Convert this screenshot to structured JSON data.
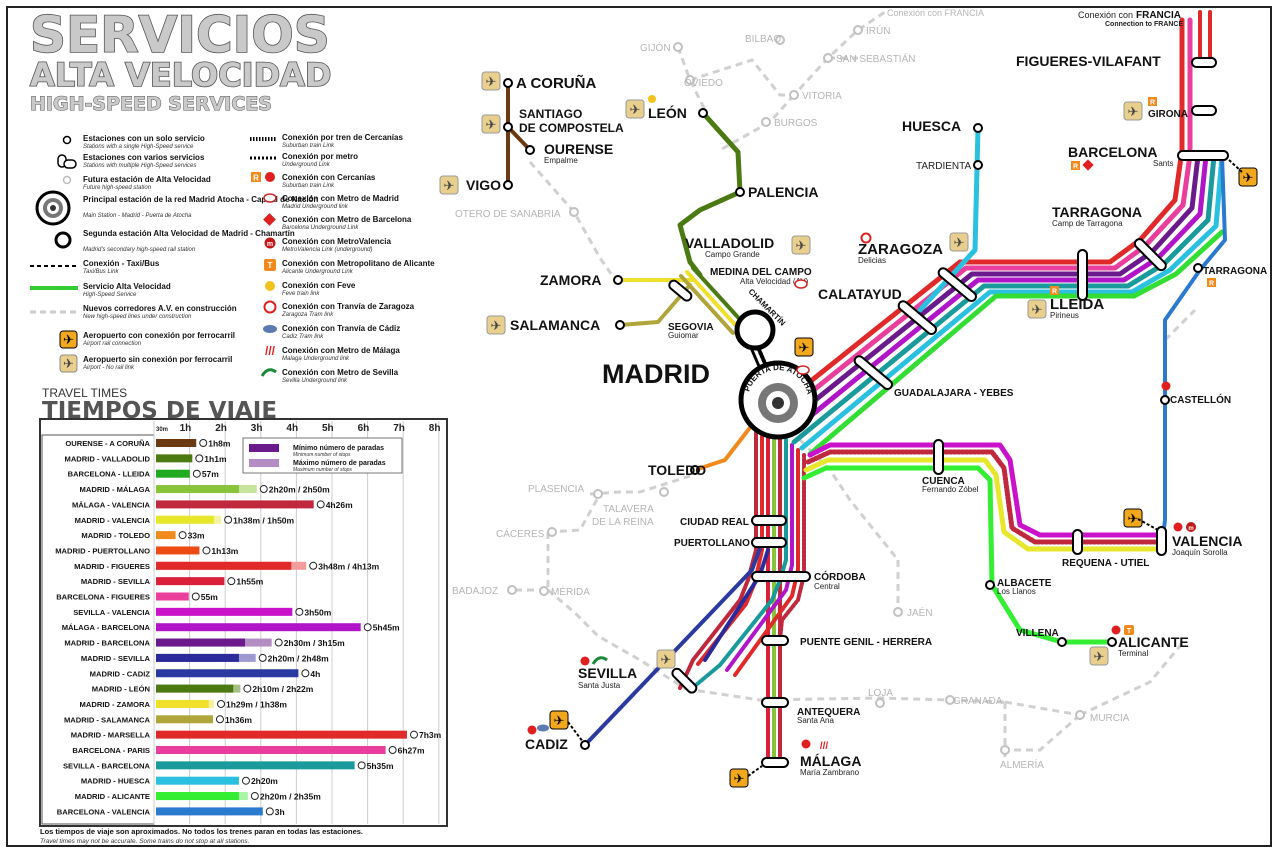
{
  "title": {
    "line1": "SERVICIOS",
    "line2": "ALTA VELOCIDAD",
    "line3": "HIGH-SPEED SERVICES"
  },
  "legend": [
    {
      "key": "single",
      "es": "Estaciones con un solo servicio",
      "en": "Stations with a single High-Speed service"
    },
    {
      "key": "multi",
      "es": "Estaciones con varios servicios",
      "en": "Stations with multiple High-Speed services"
    },
    {
      "key": "future",
      "es": "Futura estación de Alta Velocidad",
      "en": "Future high-speed station"
    },
    {
      "key": "main",
      "es": "Principal estación de la red Madrid Atocha - Capital de Nación",
      "en": "Main Station - Madrid - Puerta de Atocha"
    },
    {
      "key": "second",
      "es": "Segunda estación Alta Velocidad de Madrid - Chamartín",
      "en": "Madrid's secondary high-speed rail station"
    },
    {
      "key": "taxi",
      "es": "Conexión - Taxi/Bus",
      "en": "Taxi/Bus Link"
    },
    {
      "key": "service",
      "es": "Servicio Alta Velocidad",
      "en": "High-Speed Service"
    },
    {
      "key": "newcorr",
      "es": "Nuevos corredores A.V. en construcción",
      "en": "New high-speed lines under construction"
    },
    {
      "key": "airrail",
      "es": "Aeropuerto con conexión por ferrocarril",
      "en": "Airport rail connection"
    },
    {
      "key": "airnorail",
      "es": "Aeropuerto sin conexión por ferrocarril",
      "en": "Airport - No rail link"
    }
  ],
  "legend2": [
    {
      "key": "cercanias_train",
      "es": "Conexión por tren de Cercanías",
      "en": "Suburban train Link"
    },
    {
      "key": "metro_link",
      "es": "Conexión por metro",
      "en": "Underground Link"
    },
    {
      "key": "cercanias",
      "es": "Conexión con Cercanías",
      "en": "Suburban train Link"
    },
    {
      "key": "metro_madrid",
      "es": "Conexión con Metro de Madrid",
      "en": "Madrid Underground link"
    },
    {
      "key": "metro_bcn",
      "es": "Conexión con Metro de Barcelona",
      "en": "Barcelona Underground Link"
    },
    {
      "key": "metrovalencia",
      "es": "Conexión con MetroValencia",
      "en": "MetroValencia Link (underground)"
    },
    {
      "key": "metro_alicante",
      "es": "Conexión con Metropolitano de Alicante",
      "en": "Alicante Underground Link"
    },
    {
      "key": "feve",
      "es": "Conexión con Feve",
      "en": "Feve train link"
    },
    {
      "key": "tram_zgz",
      "es": "Conexión con Tranvía de Zaragoza",
      "en": "Zaragoza Tram link"
    },
    {
      "key": "tram_cadiz",
      "es": "Conexión con Tranvía de Cádiz",
      "en": "Cadiz Tram link"
    },
    {
      "key": "metro_malaga",
      "es": "Conexión con Metro de Málaga",
      "en": "Malaga Underground link"
    },
    {
      "key": "metro_sevilla",
      "es": "Conexión con Metro de Sevilla",
      "en": "Sevilla Underground link"
    }
  ],
  "times": {
    "title_en": "TRAVEL TIMES",
    "title_es": "TIEMPOS DE VIAJE",
    "hours": [
      "30m",
      "1h",
      "2h",
      "3h",
      "4h",
      "5h",
      "6h",
      "7h",
      "8h"
    ],
    "legend_min": "Mínimo número de paradas",
    "legend_min_en": "Minimum number of stops",
    "legend_max": "Máximo número de paradas",
    "legend_max_en": "Maximum number of stops",
    "footnote_es": "Los tiempos de viaje son aproximados. No todos los trenes paran en todas las estaciones.",
    "footnote_en": "Travel times may not be accurate. Some trains do not stop at all stations.",
    "rows": [
      {
        "route": "OURENSE - A CORUÑA",
        "min": 1.13,
        "max": 1.13,
        "label": "1h8m",
        "color": "#6b3a12",
        "maxcolor": "#6b3a12"
      },
      {
        "route": "MADRID - VALLADOLID",
        "min": 1.02,
        "max": 1.02,
        "label": "1h1m",
        "color": "#4c7a12",
        "maxcolor": "#4c7a12"
      },
      {
        "route": "BARCELONA - LLEIDA",
        "min": 0.95,
        "max": 0.95,
        "label": "57m",
        "color": "#22aa22",
        "maxcolor": "#22aa22"
      },
      {
        "route": "MADRID - MÁLAGA",
        "min": 2.33,
        "max": 2.83,
        "label": "2h20m / 2h50m",
        "color": "#88c43a",
        "maxcolor": "#c6e39a"
      },
      {
        "route": "MÁLAGA - VALENCIA",
        "min": 4.43,
        "max": 4.43,
        "label": "4h26m",
        "color": "#c0283e",
        "maxcolor": "#c0283e"
      },
      {
        "route": "MADRID - VALENCIA",
        "min": 1.63,
        "max": 1.83,
        "label": "1h38m / 1h50m",
        "color": "#e6e62a",
        "maxcolor": "#f3f3a3"
      },
      {
        "route": "MADRID - TOLEDO",
        "min": 0.55,
        "max": 0.55,
        "label": "33m",
        "color": "#f08a1c",
        "maxcolor": "#f08a1c"
      },
      {
        "route": "MADRID - PUERTOLLANO",
        "min": 1.22,
        "max": 1.22,
        "label": "1h13m",
        "color": "#ee4b14",
        "maxcolor": "#ee4b14"
      },
      {
        "route": "MADRID - FIGUERES",
        "min": 3.8,
        "max": 4.22,
        "label": "3h48m / 4h13m",
        "color": "#e02a2a",
        "maxcolor": "#f29c9c"
      },
      {
        "route": "MADRID - SEVILLA",
        "min": 1.92,
        "max": 1.92,
        "label": "1h55m",
        "color": "#d8203a",
        "maxcolor": "#d8203a"
      },
      {
        "route": "BARCELONA - FIGUERES",
        "min": 0.92,
        "max": 0.92,
        "label": "55m",
        "color": "#e93e9c",
        "maxcolor": "#e93e9c"
      },
      {
        "route": "SEVILLA - VALENCIA",
        "min": 3.83,
        "max": 3.83,
        "label": "3h50m",
        "color": "#c912c9",
        "maxcolor": "#c912c9"
      },
      {
        "route": "MÁLAGA - BARCELONA",
        "min": 5.75,
        "max": 5.75,
        "label": "5h45m",
        "color": "#b016c8",
        "maxcolor": "#b016c8"
      },
      {
        "route": "MADRID - BARCELONA",
        "min": 2.5,
        "max": 3.25,
        "label": "2h30m / 3h15m",
        "color": "#6a1a8a",
        "maxcolor": "#b38cc4"
      },
      {
        "route": "MADRID - SEVILLA",
        "min": 2.33,
        "max": 2.8,
        "label": "2h20m / 2h48m",
        "color": "#2a2a9a",
        "maxcolor": "#9a9ad0"
      },
      {
        "route": "MADRID - CADIZ",
        "min": 4.0,
        "max": 4.0,
        "label": "4h",
        "color": "#2a3aa0",
        "maxcolor": "#2a3aa0"
      },
      {
        "route": "MADRID - LEÓN",
        "min": 2.17,
        "max": 2.37,
        "label": "2h10m / 2h22m",
        "color": "#4c7a12",
        "maxcolor": "#a6bd86"
      },
      {
        "route": "MADRID - ZAMORA",
        "min": 1.48,
        "max": 1.63,
        "label": "1h29m / 1h38m",
        "color": "#f0e02a",
        "maxcolor": "#f7f09c"
      },
      {
        "route": "MADRID - SALAMANCA",
        "min": 1.6,
        "max": 1.6,
        "label": "1h36m",
        "color": "#b0a53a",
        "maxcolor": "#b0a53a"
      },
      {
        "route": "MADRID - MARSELLA",
        "min": 7.05,
        "max": 7.05,
        "label": "7h3m",
        "color": "#e02a2a",
        "maxcolor": "#e02a2a"
      },
      {
        "route": "BARCELONA - PARIS",
        "min": 6.45,
        "max": 6.45,
        "label": "6h27m",
        "color": "#e93e9c",
        "maxcolor": "#e93e9c"
      },
      {
        "route": "SEVILLA - BARCELONA",
        "min": 5.58,
        "max": 5.58,
        "label": "5h35m",
        "color": "#1a9a9a",
        "maxcolor": "#1a9a9a"
      },
      {
        "route": "MADRID - HUESCA",
        "min": 2.33,
        "max": 2.33,
        "label": "2h20m",
        "color": "#2ac0e0",
        "maxcolor": "#2ac0e0"
      },
      {
        "route": "MADRID - ALICANTE",
        "min": 2.33,
        "max": 2.58,
        "label": "2h20m / 2h35m",
        "color": "#33ee33",
        "maxcolor": "#a8f5a8"
      },
      {
        "route": "BARCELONA - VALENCIA",
        "min": 3.0,
        "max": 3.0,
        "label": "3h",
        "color": "#2a7ad0",
        "maxcolor": "#2a7ad0"
      }
    ]
  },
  "stations": {
    "madrid": "MADRID",
    "atocha": "PUERTA DE ATOCHA",
    "chamartin": "CHAMARTÍN",
    "coruna": "A CORUÑA",
    "santiago1": "SANTIAGO",
    "santiago2": "DE COMPOSTELA",
    "ourense": "OURENSE",
    "ourense_sub": "Empalme",
    "vigo": "VIGO",
    "leon": "LEÓN",
    "palencia": "PALENCIA",
    "valladolid": "VALLADOLID",
    "valladolid_sub": "Campo Grande",
    "medina": "MEDINA DEL CAMPO",
    "medina_sub": "Alta Velocidad (AV)",
    "zamora": "ZAMORA",
    "salamanca": "SALAMANCA",
    "segovia": "SEGOVIA",
    "segovia_sub": "Guiomar",
    "toledo": "TOLEDO",
    "ciudadreal": "CIUDAD REAL",
    "puertollano": "PUERTOLLANO",
    "cordoba": "CÓRDOBA",
    "cordoba_sub": "Central",
    "puentegenil": "PUENTE GENIL - HERRERA",
    "antequera": "ANTEQUERA",
    "antequera_sub": "Santa Ana",
    "malaga": "MÁLAGA",
    "malaga_sub": "María Zambrano",
    "sevilla": "SEVILLA",
    "sevilla_sub": "Santa Justa",
    "cadiz": "CADIZ",
    "huesca": "HUESCA",
    "tardienta": "TARDIENTA",
    "zaragoza": "ZARAGOZA",
    "zaragoza_sub": "Delicias",
    "calatayud": "CALATAYUD",
    "guadalajara": "GUADALAJARA - YEBES",
    "lleida": "LLEIDA",
    "lleida_sub": "Pirineus",
    "tarragona": "TARRAGONA",
    "tarragona_sub": "Camp de Tarragona",
    "tarragona2": "TARRAGONA",
    "barcelona": "BARCELONA",
    "barcelona_sub": "Sants",
    "girona": "GIRONA",
    "figueres": "FIGUERES-VILAFANT",
    "francia_pre": "Conexión con",
    "francia": "FRANCIA",
    "francia_en": "Connection to FRANCE",
    "castellon": "CASTELLÓN",
    "valencia": "VALENCIA",
    "valencia_sub": "Joaquín Sorolla",
    "requena": "REQUENA - UTIEL",
    "cuenca": "CUENCA",
    "cuenca_sub": "Fernando Zóbel",
    "albacete": "ALBACETE",
    "albacete_sub": "Los Llanos",
    "villena": "VILLENA",
    "alicante": "ALICANTE",
    "alicante_sub": "Terminal"
  },
  "future": {
    "gijon": "GIJÓN",
    "oviedo": "OVIEDO",
    "bilbao": "BILBAO",
    "irun": "IRÚN",
    "francia_grey": "Conexión con FRANCIA",
    "sansebastian": "SAN SEBASTIÁN",
    "vitoria": "VITORIA",
    "burgos": "BURGOS",
    "otero": "OTERO DE SANABRIA",
    "plasencia": "PLASENCIA",
    "talavera1": "TALAVERA",
    "talavera2": "DE LA REINA",
    "caceres": "CÁCERES",
    "badajoz": "BADAJOZ",
    "merida": "MÉRIDA",
    "jaen": "JAÉN",
    "loja": "LOJA",
    "granada": "GRANADA",
    "murcia": "MURCIA",
    "almeria": "ALMERÍA"
  },
  "colors": {
    "purple": "#6a1a8a",
    "violet": "#b016c8",
    "magenta": "#e93e9c",
    "red": "#e02a2a",
    "crimson": "#c0283e",
    "blue": "#2a7ad0",
    "teal": "#1a9a9a",
    "cyan": "#2ac0e0",
    "green": "#33dd33",
    "lime": "#88c43a",
    "yellow": "#e6e62a",
    "olive": "#4c7a12",
    "brown": "#6b3a12",
    "orange": "#f08a1c",
    "navy": "#2a3aa0"
  }
}
